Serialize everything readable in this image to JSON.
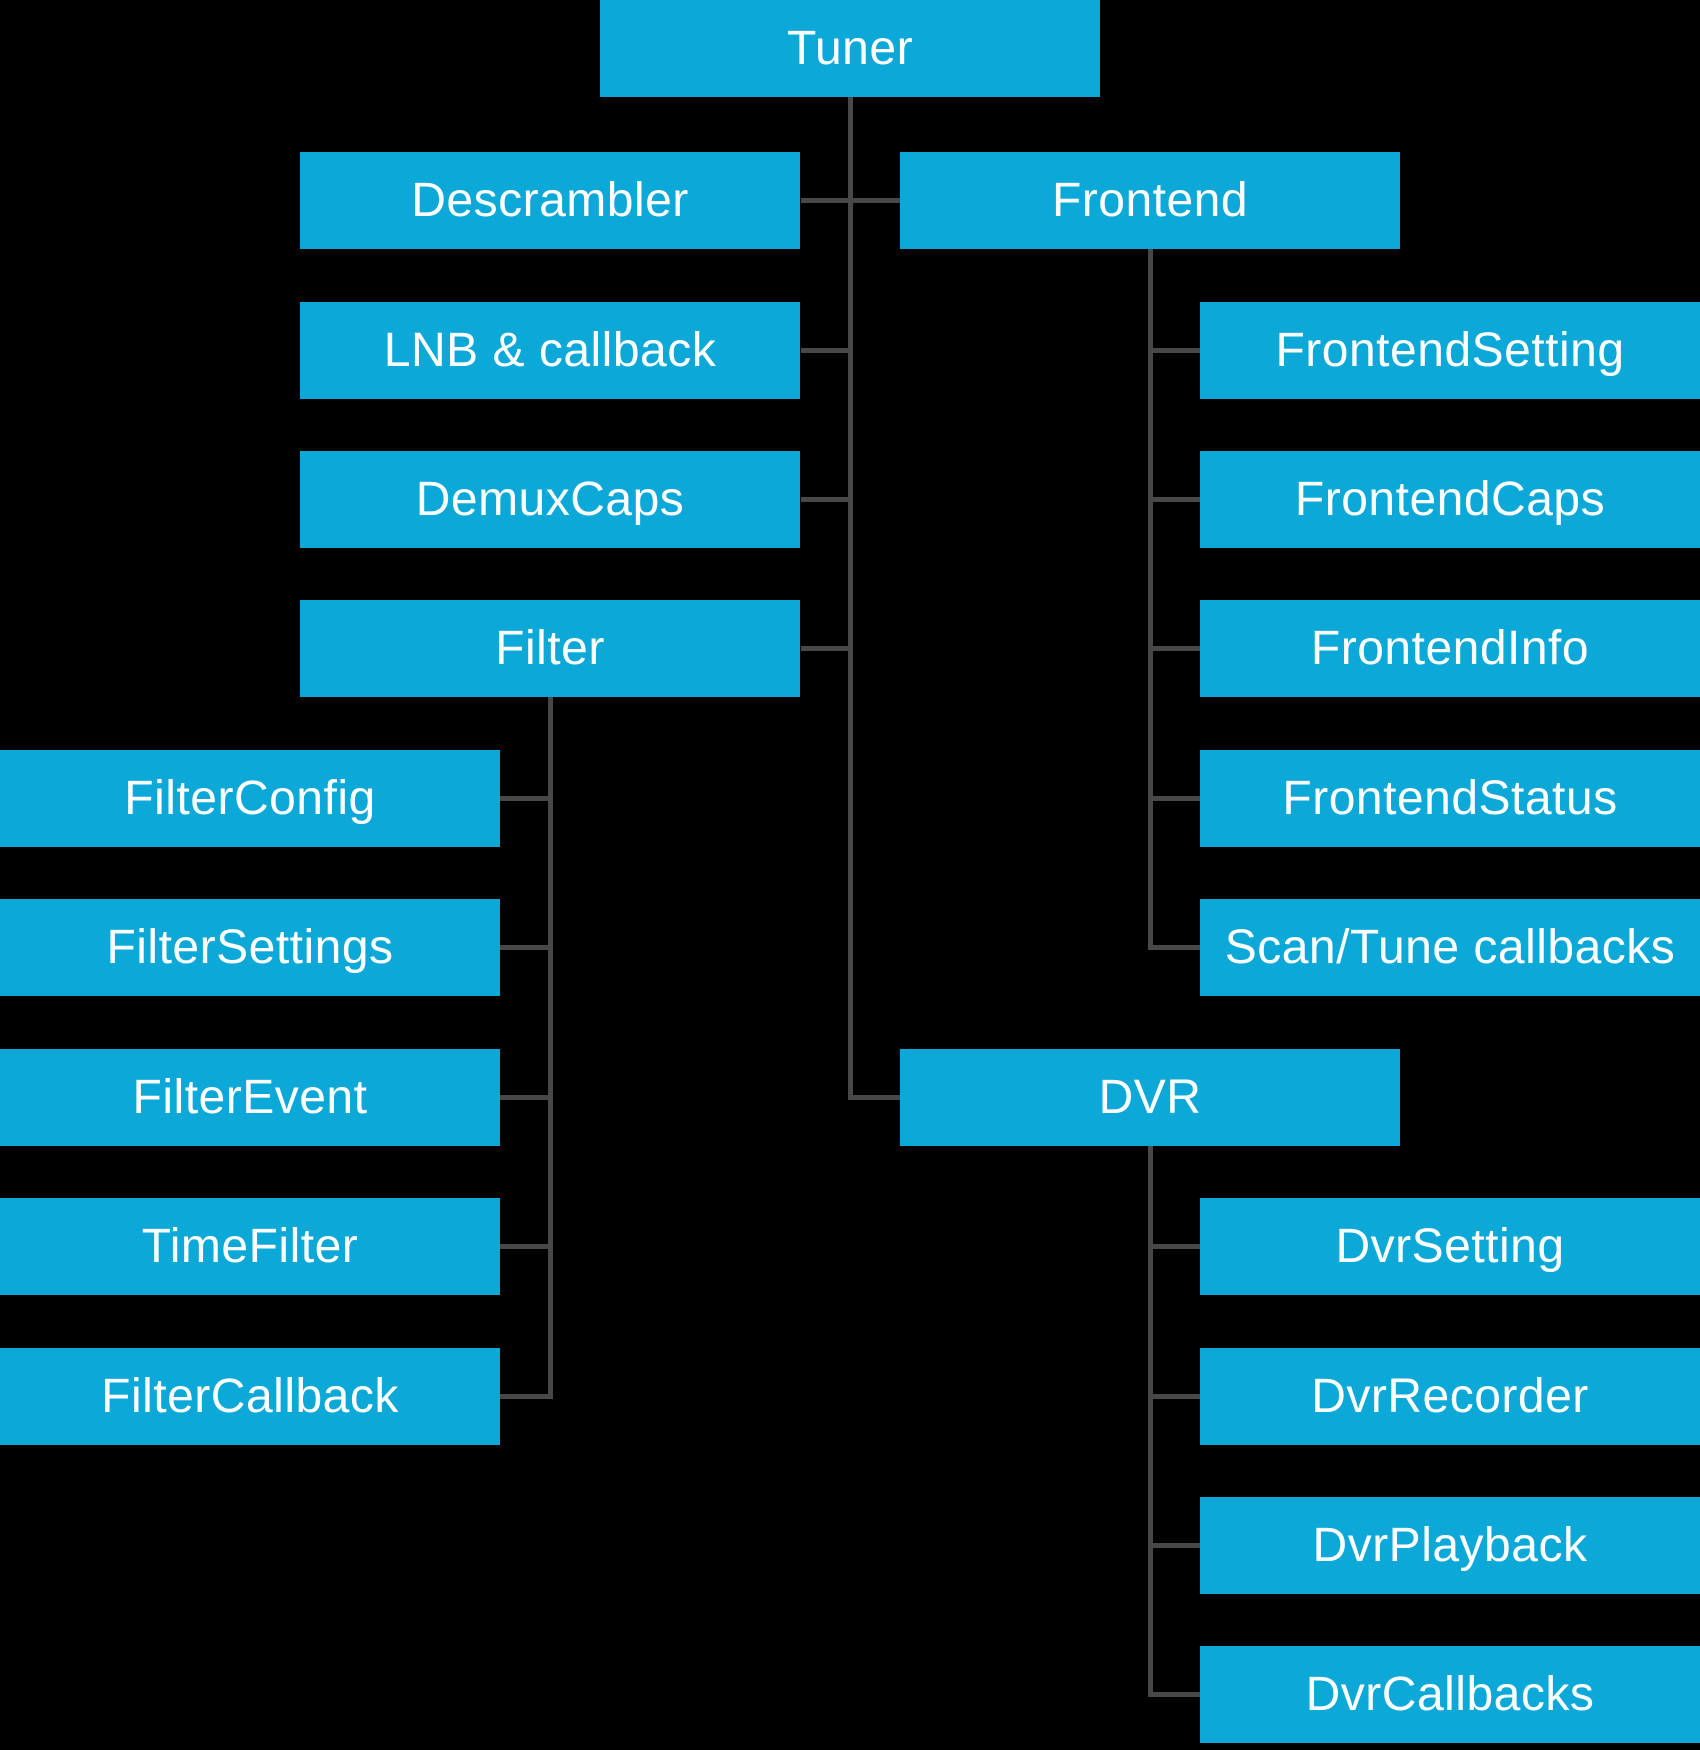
{
  "diagram": {
    "colors": {
      "background": "#000000",
      "node_fill": "#0ba8d8",
      "node_text": "#ffffff",
      "connector": "#484848"
    },
    "nodes": [
      {
        "id": "tuner",
        "label": "Tuner"
      },
      {
        "id": "descrambler",
        "label": "Descrambler"
      },
      {
        "id": "frontend",
        "label": "Frontend"
      },
      {
        "id": "lnb-callback",
        "label": "LNB & callback"
      },
      {
        "id": "frontend-setting",
        "label": "FrontendSetting"
      },
      {
        "id": "demux-caps",
        "label": "DemuxCaps"
      },
      {
        "id": "frontend-caps",
        "label": "FrontendCaps"
      },
      {
        "id": "filter",
        "label": "Filter"
      },
      {
        "id": "frontend-info",
        "label": "FrontendInfo"
      },
      {
        "id": "filter-config",
        "label": "FilterConfig"
      },
      {
        "id": "frontend-status",
        "label": "FrontendStatus"
      },
      {
        "id": "filter-settings",
        "label": "FilterSettings"
      },
      {
        "id": "scan-tune-callbacks",
        "label": "Scan/Tune callbacks"
      },
      {
        "id": "filter-event",
        "label": "FilterEvent"
      },
      {
        "id": "dvr",
        "label": "DVR"
      },
      {
        "id": "time-filter",
        "label": "TimeFilter"
      },
      {
        "id": "dvr-setting",
        "label": "DvrSetting"
      },
      {
        "id": "filter-callback",
        "label": "FilterCallback"
      },
      {
        "id": "dvr-recorder",
        "label": "DvrRecorder"
      },
      {
        "id": "dvr-playback",
        "label": "DvrPlayback"
      },
      {
        "id": "dvr-callbacks",
        "label": "DvrCallbacks"
      }
    ],
    "hierarchy": {
      "Tuner": [
        "Descrambler",
        "LNB & callback",
        "DemuxCaps",
        "Filter",
        "Frontend",
        "DVR"
      ],
      "Frontend": [
        "FrontendSetting",
        "FrontendCaps",
        "FrontendInfo",
        "FrontendStatus",
        "Scan/Tune callbacks"
      ],
      "Filter": [
        "FilterConfig",
        "FilterSettings",
        "FilterEvent",
        "TimeFilter",
        "FilterCallback"
      ],
      "DVR": [
        "DvrSetting",
        "DvrRecorder",
        "DvrPlayback",
        "DvrCallbacks"
      ]
    }
  }
}
